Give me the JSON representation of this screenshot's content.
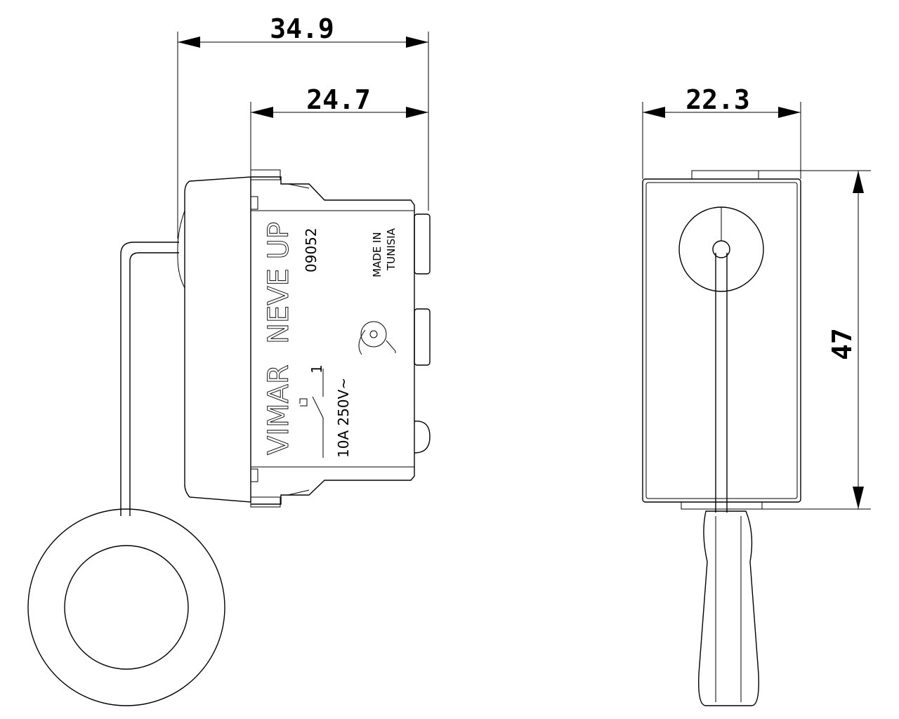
{
  "dimensions": {
    "overall_depth": "34.9",
    "body_depth": "24.7",
    "width": "22.3",
    "height": "47"
  },
  "labels": {
    "brand": "VIMAR",
    "series": "NEVE UP",
    "code": "09052",
    "origin_line1": "MADE IN",
    "origin_line2": "TUNISIA",
    "rating": "10A 250V~",
    "terminal": "1"
  }
}
